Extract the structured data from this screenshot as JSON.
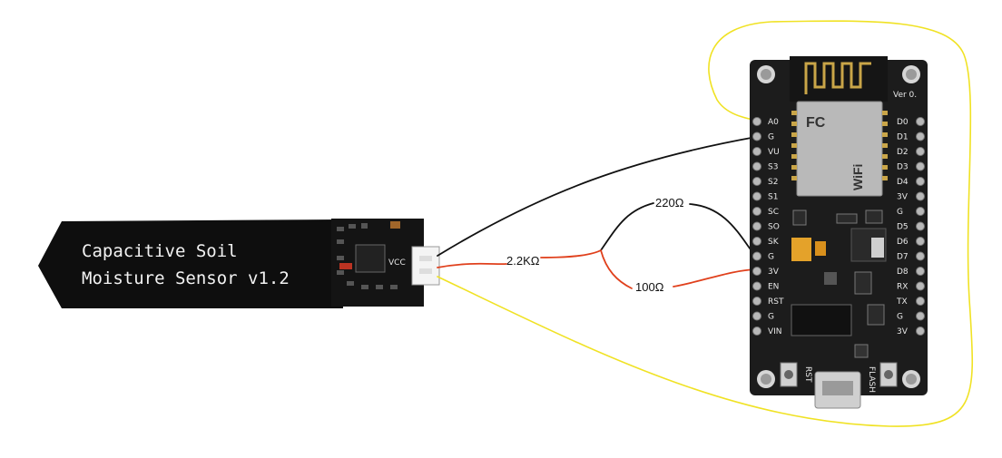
{
  "sensor": {
    "title_line1": "Capacitive Soil",
    "title_line2": "Moisture Sensor v1.2",
    "pcb_vcc": "VCC"
  },
  "resistors": {
    "r1": "2.2KΩ",
    "r2": "220Ω",
    "r3": "100Ω"
  },
  "board": {
    "version_label": "Ver 0.",
    "module_brand": "WiFi",
    "fc_mark": "FC",
    "left_pins": [
      "A0",
      "G",
      "VU",
      "S3",
      "S2",
      "S1",
      "SC",
      "SO",
      "SK",
      "G",
      "3V",
      "EN",
      "RST",
      "G",
      "VIN"
    ],
    "right_pins": [
      "D0",
      "D1",
      "D2",
      "D3",
      "D4",
      "3V",
      "G",
      "D5",
      "D6",
      "D7",
      "D8",
      "RX",
      "TX",
      "G",
      "3V"
    ],
    "rst_label": "RST",
    "flash_label": "FLASH"
  },
  "colors": {
    "wire_black": "#111111",
    "wire_red": "#e0401c",
    "wire_yellow": "#f0e224",
    "pcb": "#1c1c1c"
  }
}
